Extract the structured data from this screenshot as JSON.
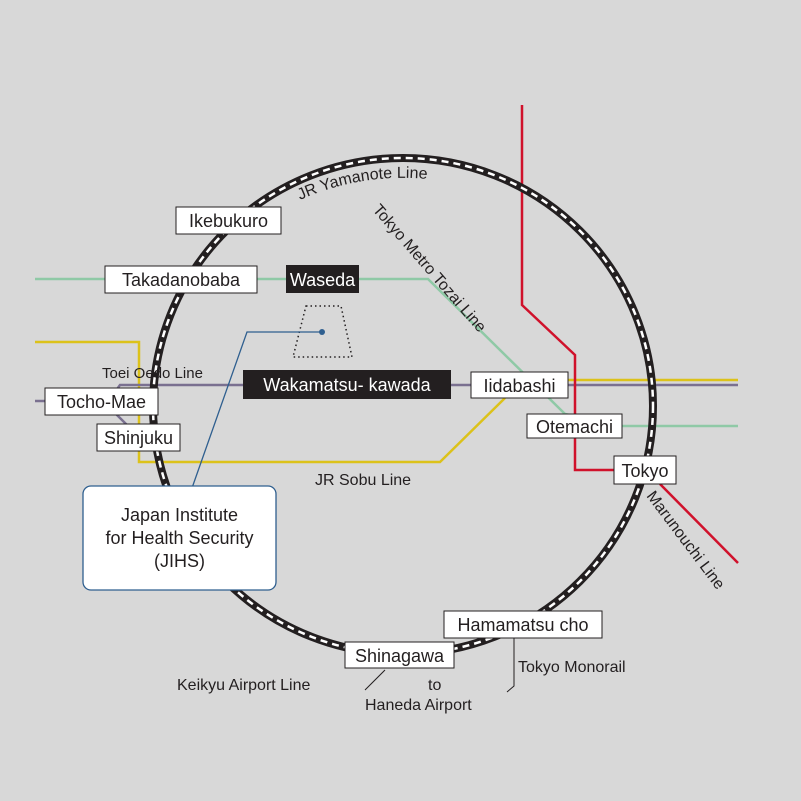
{
  "colors": {
    "background": "#d8d8d8",
    "tozai": "#8fc9a6",
    "sobu": "#dcc21a",
    "oedo": "#7a7090",
    "marunouchi": "#d0112b",
    "jihs_pointer": "#2f5f8f"
  },
  "lines": {
    "yamanote": "JR Yamanote Line",
    "tozai": "Tokyo Metro Tozai Line",
    "oedo": "Toei Oedo Line",
    "sobu": "JR Sobu Line",
    "marunouchi": "Marunouchi Line",
    "keikyu": "Keikyu Airport Line",
    "monorail": "Tokyo Monorail"
  },
  "stations": {
    "ikebukuro": "Ikebukuro",
    "takadanobaba": "Takadanobaba",
    "waseda": "Waseda",
    "wakamatsu_kawada": "Wakamatsu- kawada",
    "iidabashi": "Iidabashi",
    "otemachi": "Otemachi",
    "tokyo": "Tokyo",
    "tocho_mae": "Tocho-Mae",
    "shinjuku": "Shinjuku",
    "hamamatsucho": "Hamamatsu cho",
    "shinagawa": "Shinagawa"
  },
  "airport": {
    "to": "to",
    "destination": "Haneda Airport"
  },
  "jihs": {
    "line1": "Japan Institute",
    "line2": "for Health Security",
    "line3": "(JIHS)"
  }
}
